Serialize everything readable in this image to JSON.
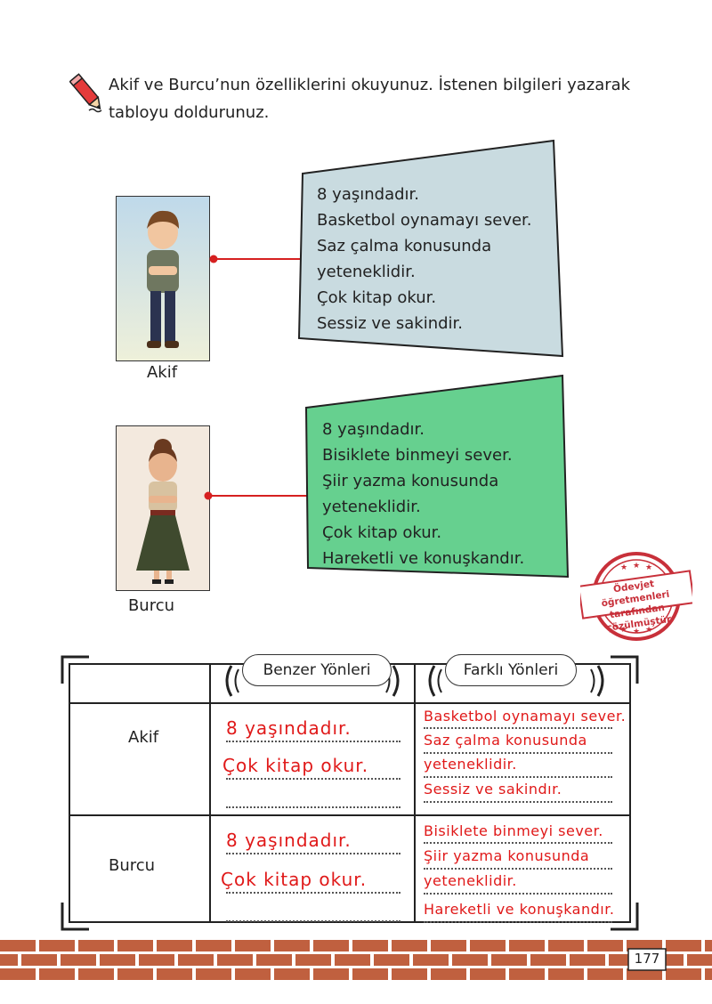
{
  "instruction": {
    "line1": "Akif ve Burcu’nun özelliklerini okuyunuz. İstenen bilgileri yazarak",
    "line2": "tabloyu doldurunuz."
  },
  "akif": {
    "name": "Akif",
    "traits": [
      "8 yaşındadır.",
      "Basketbol oynamayı sever.",
      "Saz çalma konusunda",
      "yeteneklidir.",
      "Çok kitap okur.",
      "Sessiz ve sakindir."
    ],
    "box_color": "#c9dbe0"
  },
  "burcu": {
    "name": "Burcu",
    "traits": [
      "8 yaşındadır.",
      "Bisiklete binmeyi sever.",
      "Şiir yazma konusunda",
      "yeteneklidir.",
      "Çok kitap okur.",
      "Hareketli ve konuşkandır."
    ],
    "box_color": "#66d08f"
  },
  "stamp": {
    "line1": "Ödevjet öğretmenleri",
    "line2": "tarafından çözülmüştür"
  },
  "table": {
    "header_similar": "Benzer Yönleri",
    "header_different": "Farklı Yönleri",
    "rows": [
      {
        "label": "Akif",
        "similar": [
          "8 yaşındadır.",
          "Çok kitap okur."
        ],
        "different": [
          "Basketbol oynamayı sever.",
          "Saz çalma konusunda",
          "yeteneklidir.",
          "Sessiz ve sakindır."
        ]
      },
      {
        "label": "Burcu",
        "similar": [
          "8 yaşındadır.",
          "Çok kitap okur."
        ],
        "different": [
          "Bisiklete binmeyi sever.",
          "Şiir yazma konusunda",
          "yeteneklidir.",
          "Hareketli ve konuşkandır."
        ]
      }
    ]
  },
  "page_number": "177",
  "colors": {
    "answer_red": "#e01919",
    "brick": "#c0603f",
    "connector": "#d62020"
  }
}
